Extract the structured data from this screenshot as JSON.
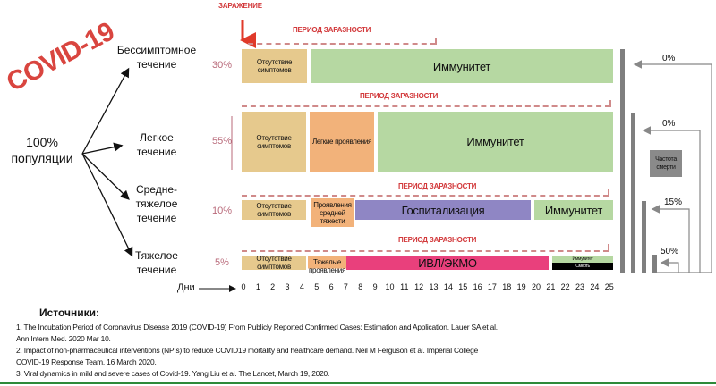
{
  "title": "COVID-19",
  "population": "100% популяции",
  "infection_label": "ЗАРАЖЕНИЕ",
  "contagious_label": "ПЕРИОД ЗАРАЗНОСТИ",
  "rows": [
    {
      "name_lines": [
        "Бессимптомное",
        "течение"
      ],
      "percent": "30%",
      "blocks": [
        "Отсутствие симптомов",
        "Иммунитет"
      ],
      "mortality": "0%"
    },
    {
      "name_lines": [
        "Легкое",
        "течение"
      ],
      "percent": "55%",
      "blocks": [
        "Отсутствие симптомов",
        "Легкие проявления",
        "Иммунитет"
      ],
      "mortality": "0%"
    },
    {
      "name_lines": [
        "Средне-",
        "тяжелое",
        "течение"
      ],
      "percent": "10%",
      "blocks": [
        "Отсутствие симптомов",
        "Проявления средней тяжести",
        "Госпитализация",
        "Иммунитет"
      ],
      "mortality": "15%"
    },
    {
      "name_lines": [
        "Тяжелое",
        "течение"
      ],
      "percent": "5%",
      "blocks": [
        "Отсутствие симптомов",
        "Тяжелые проявления",
        "ИВЛ/ЭКМО",
        "Иммунитет",
        "Смерть"
      ],
      "mortality": "50%"
    }
  ],
  "mortality_label": "Частота смерти",
  "days_label": "Дни",
  "days": [
    "0",
    "1",
    "2",
    "3",
    "4",
    "5",
    "6",
    "7",
    "8",
    "9",
    "10",
    "11",
    "12",
    "13",
    "14",
    "15",
    "16",
    "17",
    "18",
    "19",
    "20",
    "21",
    "22",
    "23",
    "24",
    "25"
  ],
  "sources_title": "Источники:",
  "sources": [
    "1. The Incubation Period of Coronavirus Disease 2019 (COVID-19) From Publicly Reported Confirmed Cases: Estimation and Application. Lauer SA et al.",
    "Ann Intern Med. 2020 Mar 10.",
    "2. Impact of non-pharmaceutical interventions (NPIs) to reduce COVID19 mortality and healthcare demand. Neil M Ferguson et al. Imperial College",
    "COVID-19 Response Team. 16 March 2020.",
    "3. Viral dynamics in mild and severe cases of Covid-19. Yang Liu et al. The Lancet, March 19, 2020."
  ]
}
